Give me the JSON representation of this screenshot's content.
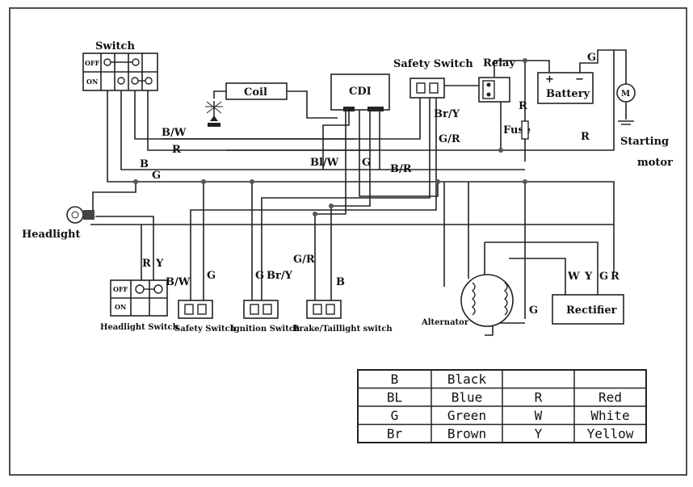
{
  "components": {
    "main_switch": {
      "title": "Switch",
      "off": "OFF",
      "on": "ON"
    },
    "safety_switch_top": "Safety Switch",
    "relay": "Relay",
    "coil": "Coil",
    "cdi": "CDI",
    "battery": "Battery",
    "battery_plus": "+",
    "battery_minus": "−",
    "motor_m": "M",
    "starting_motor_1": "Starting",
    "starting_motor_2": "motor",
    "fuse": "Fuse",
    "headlight": "Headlight",
    "headlight_switch": {
      "title": "Headlight Switch",
      "off": "OFF",
      "on": "ON"
    },
    "safety_switch_bottom": "Safety Switch",
    "ignition_switch": "Ignition Switch",
    "brake_switch": "Brake/Taillight switch",
    "alternator": "Alternator",
    "rectifier": "Rectifier"
  },
  "wire_labels": {
    "bw_top": "B/W",
    "r_top": "R",
    "b": "B",
    "g_left": "G",
    "blw": "Bl/W",
    "g_mid": "G",
    "br": "B/R",
    "bry_top": "Br/Y",
    "gr_top": "G/R",
    "g_top_right": "G",
    "r_relay": "R",
    "r_right": "R",
    "r_headlight": "R",
    "y_headlight": "Y",
    "bw_bottom": "B/W",
    "g_safety": "G",
    "g_ign": "G",
    "bry_ign": "Br/Y",
    "gr_brake": "G/R",
    "b_brake": "B",
    "g_alt": "G",
    "w_rect": "W",
    "y_rect": "Y",
    "g_rect": "G",
    "r_rect": "R"
  },
  "legend": [
    [
      "B",
      "Black",
      "",
      ""
    ],
    [
      "BL",
      "Blue",
      "R",
      "Red"
    ],
    [
      "G",
      "Green",
      "W",
      "White"
    ],
    [
      "Br",
      "Brown",
      "Y",
      "Yellow"
    ]
  ]
}
